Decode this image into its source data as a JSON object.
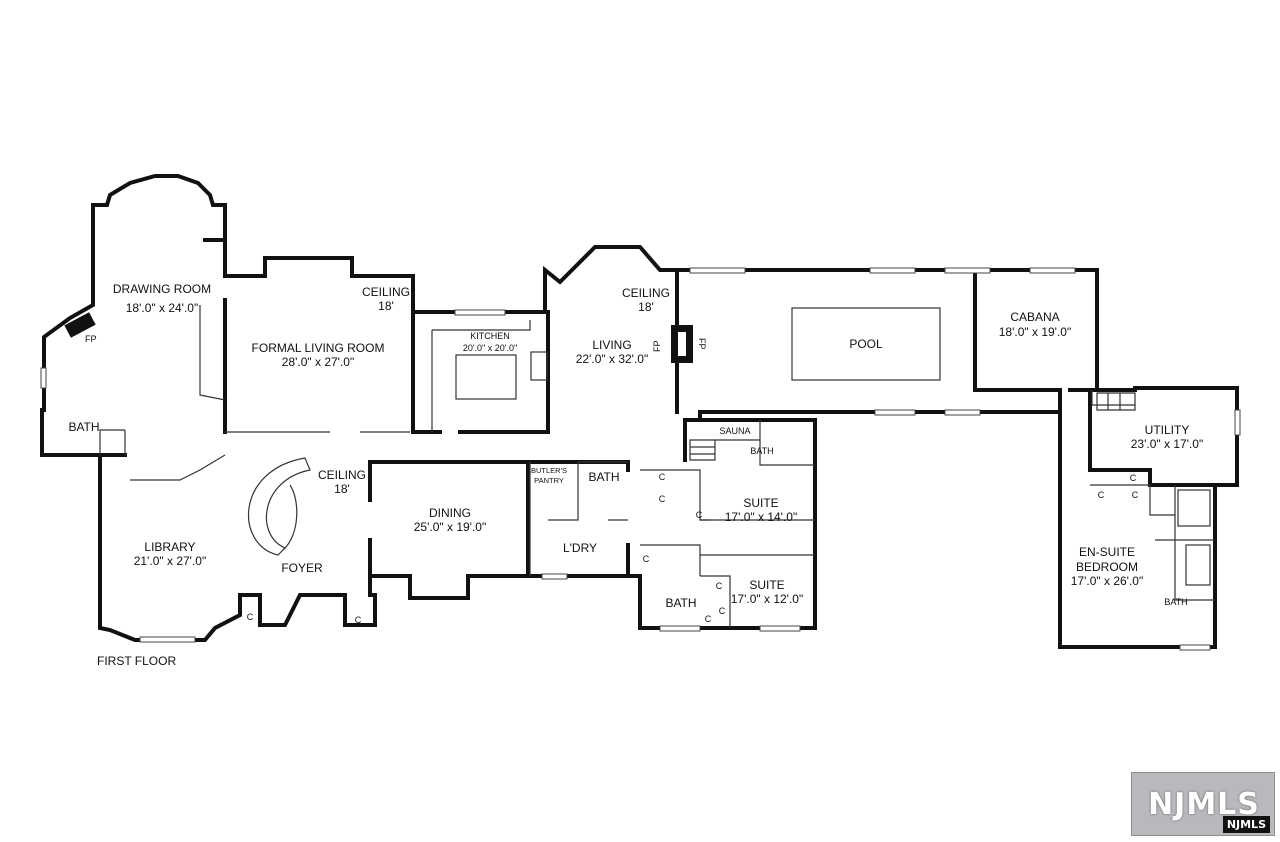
{
  "floor_label": "FIRST FLOOR",
  "rooms": {
    "drawing_room": {
      "name": "DRAWING ROOM",
      "dims": "18'.0\" x 24'.0\""
    },
    "formal_living": {
      "name": "FORMAL LIVING ROOM",
      "dims": "28'.0\" x 27'.0\""
    },
    "kitchen": {
      "name": "KITCHEN",
      "dims": "20'.0\" x 20'.0\""
    },
    "living": {
      "name": "LIVING",
      "dims": "22'.0\" x 32'.0\""
    },
    "pool": {
      "name": "POOL"
    },
    "cabana": {
      "name": "CABANA",
      "dims": "18'.0\" x 19'.0\""
    },
    "utility": {
      "name": "UTILITY",
      "dims": "23'.0\" x 17'.0\""
    },
    "library": {
      "name": "LIBRARY",
      "dims": "21'.0\" x 27'.0\""
    },
    "foyer": {
      "name": "FOYER"
    },
    "dining": {
      "name": "DINING",
      "dims": "25'.0\" x 19'.0\""
    },
    "laundry": {
      "name": "L'DRY"
    },
    "suite1": {
      "name": "SUITE",
      "dims": "17'.0\" x 14'.0\""
    },
    "suite2": {
      "name": "SUITE",
      "dims": "17'.0\" x 12'.0\""
    },
    "ensuite": {
      "line1": "EN-SUITE",
      "line2": "BEDROOM",
      "dims": "17'.0\" x 26'.0\""
    },
    "sauna": {
      "name": "SAUNA"
    },
    "butlers_pantry": {
      "line1": "BUTLER'S",
      "line2": "PANTRY"
    }
  },
  "ceiling": {
    "formal": {
      "label": "CEILING",
      "height": "18'"
    },
    "living": {
      "label": "CEILING",
      "height": "18'"
    },
    "foyer": {
      "label": "CEILING",
      "height": "18'"
    }
  },
  "baths": {
    "label": "BATH"
  },
  "closet": "C",
  "fireplace": "FP",
  "logo": {
    "main": "NJMLS",
    "sub": "NJMLS"
  }
}
